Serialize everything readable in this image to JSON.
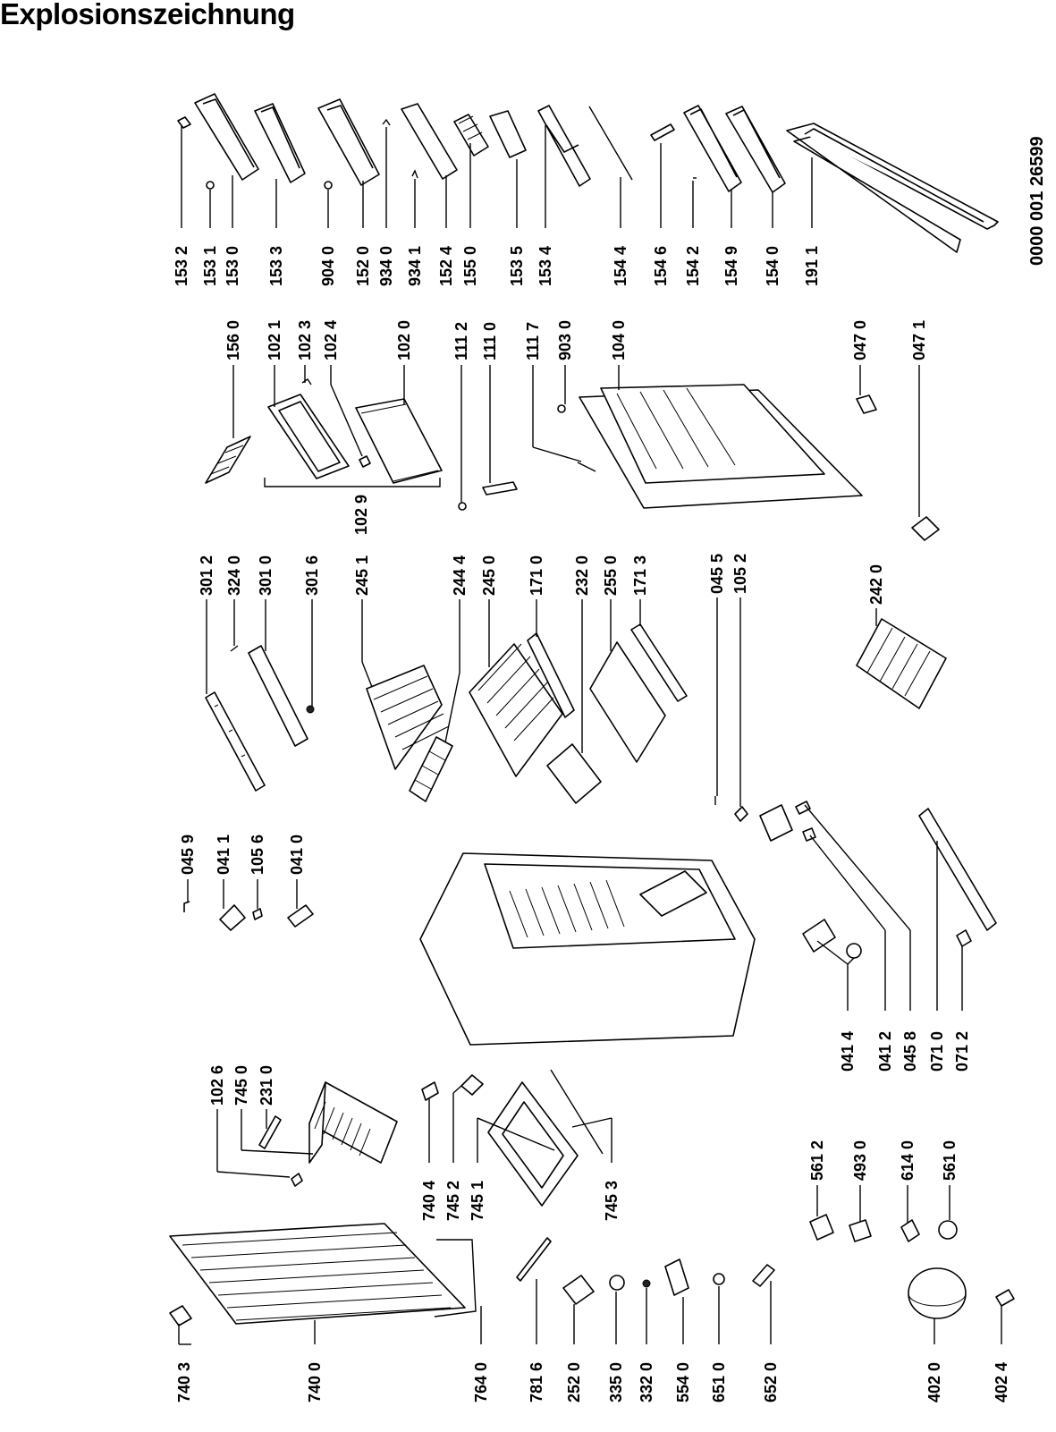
{
  "title": "Explosionszeichnung",
  "reference": "0000 001 26599",
  "labels": {
    "l1532": "153 2",
    "l1531": "153 1",
    "l1530": "153 0",
    "l1533": "153 3",
    "l9040": "904 0",
    "l1520": "152 0",
    "l9340": "934 0",
    "l9341": "934 1",
    "l1524": "152 4",
    "l1550": "155 0",
    "l1535": "153 5",
    "l1534": "153 4",
    "l1544": "154 4",
    "l1546": "154 6",
    "l1542": "154 2",
    "l1549": "154 9",
    "l1540": "154 0",
    "l1911": "191 1",
    "l1560": "156 0",
    "l1021": "102 1",
    "l1023": "102 3",
    "l1024": "102 4",
    "l1020": "102 0",
    "l1029": "102 9",
    "l1112": "111 2",
    "l1110": "111 0",
    "l1117": "111 7",
    "l9030": "903 0",
    "l1040": "104 0",
    "l0470": "047 0",
    "l0471": "047 1",
    "l3012": "301 2",
    "l3240": "324 0",
    "l3010": "301 0",
    "l3016": "301 6",
    "l2451": "245 1",
    "l2444": "244 4",
    "l2450": "245 0",
    "l1710": "171 0",
    "l2320": "232 0",
    "l2550": "255 0",
    "l1713": "171 3",
    "l0455": "045 5",
    "l1052": "105 2",
    "l2420": "242 0",
    "l0459": "045 9",
    "l0411": "041 1",
    "l1056": "105 6",
    "l0410": "041 0",
    "l0414": "041 4",
    "l0412": "041 2",
    "l0458": "045 8",
    "l0710": "071 0",
    "l0712": "071 2",
    "l1026": "102 6",
    "l7450": "745 0",
    "l2310": "231 0",
    "l7404": "740 4",
    "l7452": "745 2",
    "l7451": "745 1",
    "l7453": "745 3",
    "l5612": "561 2",
    "l4930": "493 0",
    "l6140": "614 0",
    "l5610": "561 0",
    "l7403": "740 3",
    "l7400": "740 0",
    "l7640": "764 0",
    "l7816": "781 6",
    "l2520": "252 0",
    "l3350": "335 0",
    "l3320": "332 0",
    "l5540": "554 0",
    "l6510": "651 0",
    "l6520": "652 0",
    "l4020": "402 0",
    "l4024": "402 4"
  }
}
